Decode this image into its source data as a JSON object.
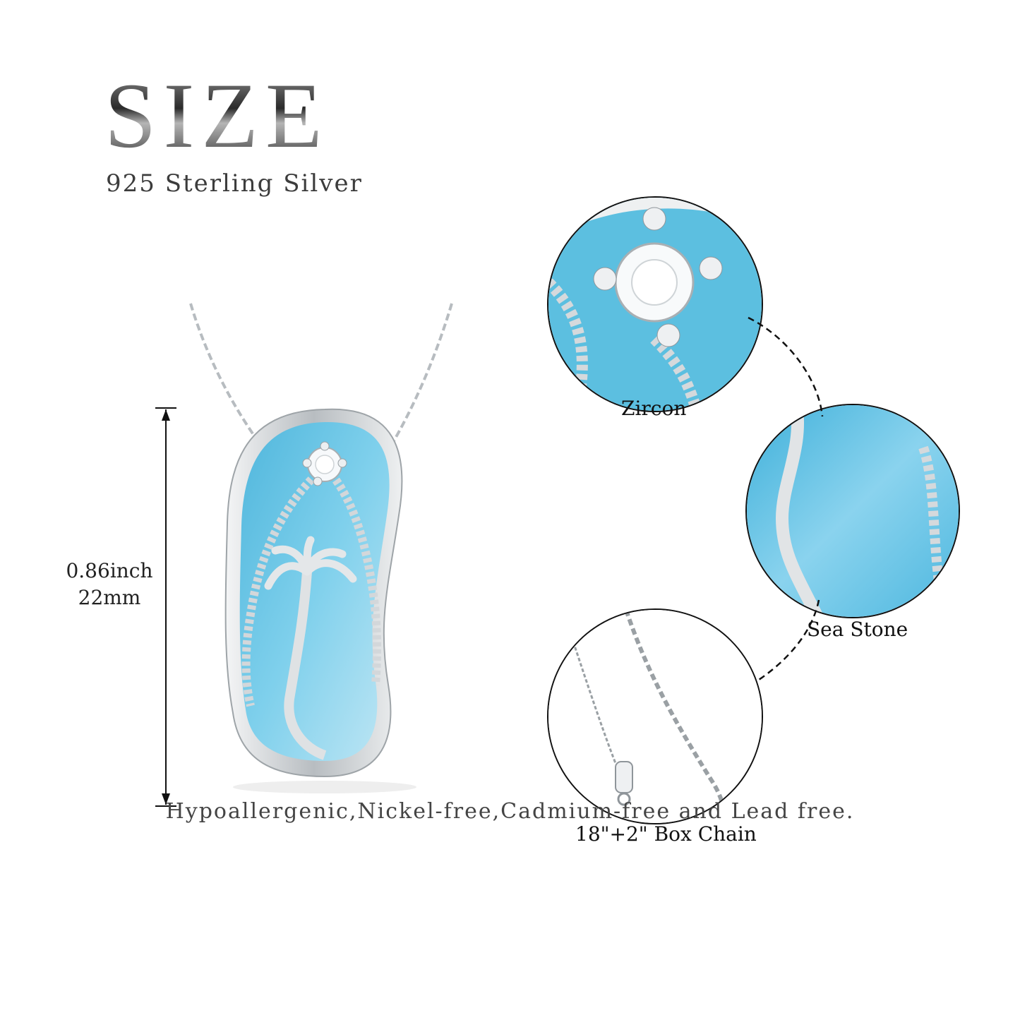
{
  "header": {
    "title": "SIZE",
    "subtitle": "925 Sterling Silver"
  },
  "dimension": {
    "inch": "0.86inch",
    "mm": "22mm"
  },
  "details": [
    {
      "label": "Zircon"
    },
    {
      "label": "Sea Stone"
    },
    {
      "label": "18\"+2\" Box Chain"
    }
  ],
  "footer": {
    "note": "Hypoallergenic,Nickel-free,Cadmium-free and Lead free."
  },
  "colors": {
    "stone_blue": "#5bbfe0",
    "silver": "#d9dde0",
    "text": "#222222"
  }
}
